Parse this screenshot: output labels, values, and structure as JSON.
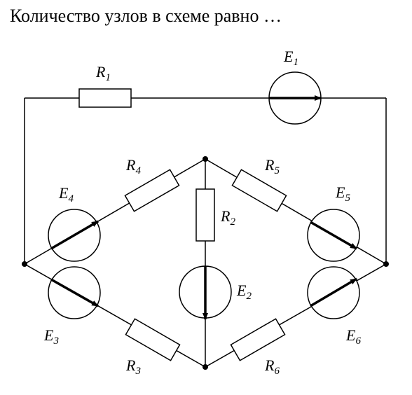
{
  "question": "Количество узлов в схеме равно …",
  "colors": {
    "ink": "#000000",
    "background": "#ffffff"
  },
  "resistors": [
    {
      "id": "r1",
      "letter": "R",
      "index": "1"
    },
    {
      "id": "r2",
      "letter": "R",
      "index": "2"
    },
    {
      "id": "r3",
      "letter": "R",
      "index": "3"
    },
    {
      "id": "r4",
      "letter": "R",
      "index": "4"
    },
    {
      "id": "r5",
      "letter": "R",
      "index": "5"
    },
    {
      "id": "r6",
      "letter": "R",
      "index": "6"
    }
  ],
  "sources": [
    {
      "id": "e1",
      "letter": "E",
      "index": "1"
    },
    {
      "id": "e2",
      "letter": "E",
      "index": "2"
    },
    {
      "id": "e3",
      "letter": "E",
      "index": "3"
    },
    {
      "id": "e4",
      "letter": "E",
      "index": "4"
    },
    {
      "id": "e5",
      "letter": "E",
      "index": "5"
    },
    {
      "id": "e6",
      "letter": "E",
      "index": "6"
    }
  ]
}
